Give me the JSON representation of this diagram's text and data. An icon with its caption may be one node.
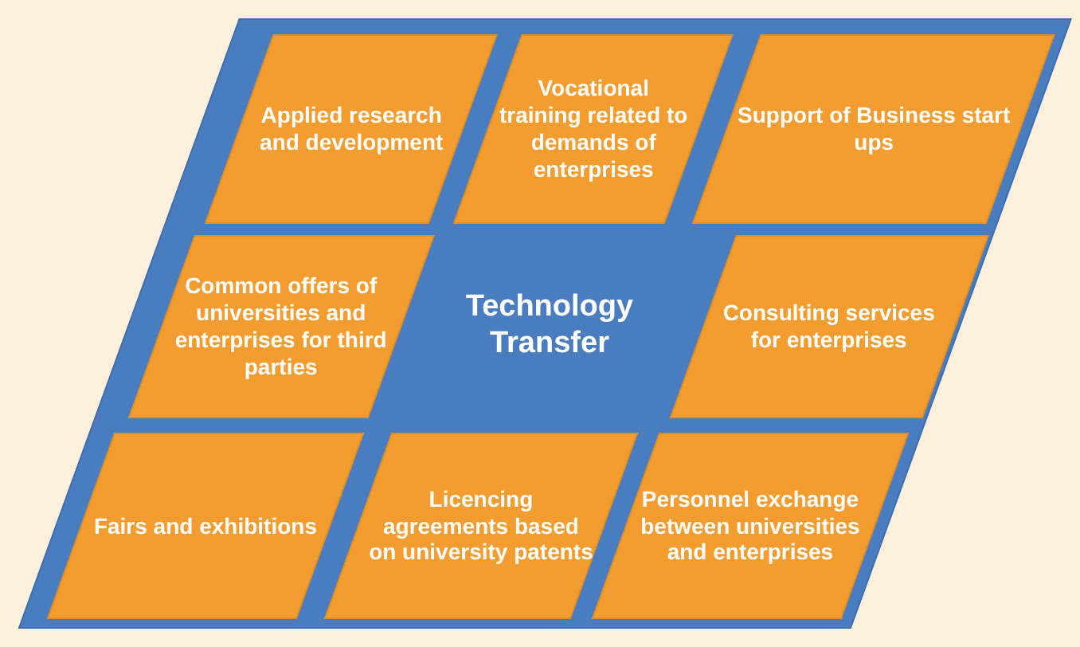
{
  "diagram": {
    "nodes": [
      {
        "text": [
          "Technology Transfer"
        ]
      },
      {
        "text": [
          "Applied research and development"
        ],
        "in": 0
      },
      {
        "text": [
          "Vocational training related to demands of enterprises"
        ],
        "in": 0
      },
      {
        "text": [
          "Support of Business start ups"
        ],
        "in": 0
      },
      {
        "text": [
          "Common offers of universities and enterprises for third parties"
        ],
        "in": 0
      },
      {
        "text": [
          "Consulting services for enterprises"
        ],
        "in": 0
      },
      {
        "text": [
          "Fairs and exhibitions"
        ],
        "in": 0
      },
      {
        "text": [
          "Licencing agreements based on university patents"
        ],
        "in": 0
      },
      {
        "text": [
          "Personnel exchange between universities and enterprises"
        ],
        "in": 0
      }
    ],
    "edges": []
  }
}
